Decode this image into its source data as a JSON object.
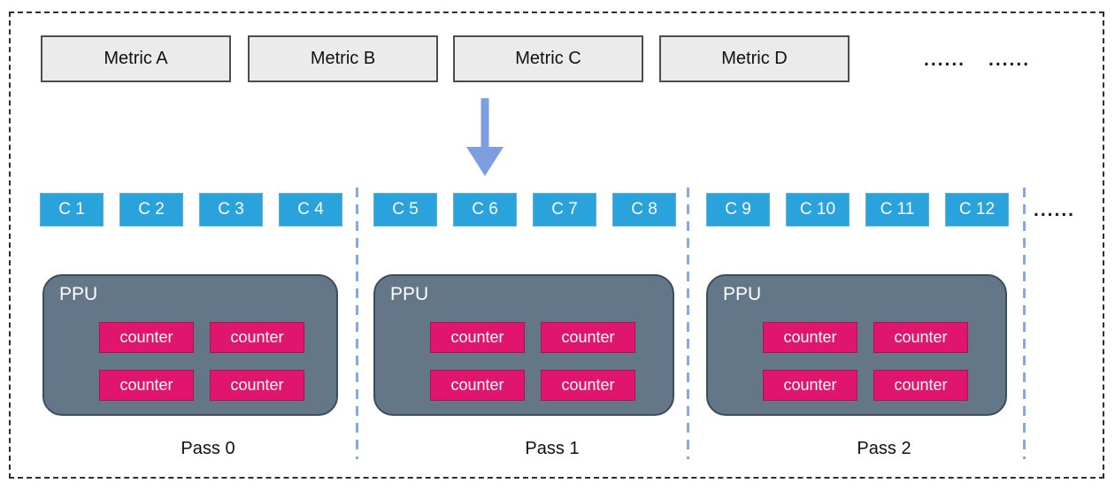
{
  "metric_row": {
    "items": [
      "Metric A",
      "Metric B",
      "Metric C",
      "Metric D"
    ],
    "ellipsis_left": "......",
    "ellipsis_right": "......"
  },
  "counter_chips": {
    "items": [
      "C 1",
      "C 2",
      "C 3",
      "C 4",
      "C 5",
      "C 6",
      "C 7",
      "C 8",
      "C 9",
      "C 10",
      "C 11",
      "C 12"
    ],
    "ellipsis": "......"
  },
  "passes": [
    {
      "label": "Pass 0",
      "ppu": {
        "label": "PPU",
        "counters": [
          "counter",
          "counter",
          "counter",
          "counter"
        ]
      }
    },
    {
      "label": "Pass 1",
      "ppu": {
        "label": "PPU",
        "counters": [
          "counter",
          "counter",
          "counter",
          "counter"
        ]
      }
    },
    {
      "label": "Pass 2",
      "ppu": {
        "label": "PPU",
        "counters": [
          "counter",
          "counter",
          "counter",
          "counter"
        ]
      }
    }
  ],
  "colors": {
    "outer_border": "#2e2e2e",
    "metric_fill": "#ebebeb",
    "metric_border": "#4d4d4d",
    "chip_blue": "#2aa2dc",
    "chip_blue_border": "#5bb1e0",
    "arrow_blue": "#7d9ee0",
    "divider_blue": "#84a9e4",
    "ppu_gray": "#637789",
    "ppu_border": "#3e4d5c",
    "counter_pink": "#e0156f",
    "counter_border": "#a9154a"
  }
}
